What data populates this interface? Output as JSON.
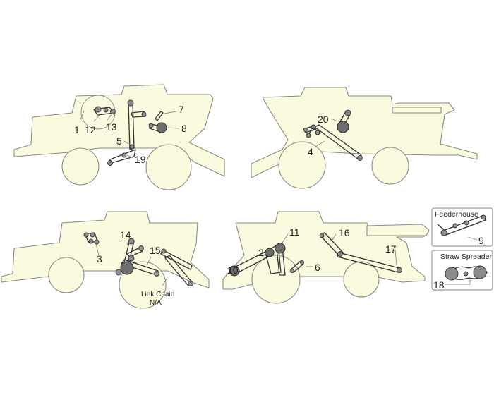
{
  "callouts": {
    "c1": "1",
    "c2": "2",
    "c3": "3",
    "c4": "4",
    "c5": "5",
    "c6": "6",
    "c7": "7",
    "c8": "8",
    "c9": "9",
    "c10": "10",
    "c11": "11",
    "c12": "12",
    "c13": "13",
    "c14": "14",
    "c15": "15",
    "c16": "16",
    "c17": "17",
    "c18": "18",
    "c19": "19",
    "c20": "20"
  },
  "notes": {
    "link_chain_line1": "Link Chain",
    "link_chain_line2": "N/A"
  },
  "insets": {
    "feederhouse": "Feederhouse",
    "straw_spreader": "Straw Spreader"
  },
  "colors": {
    "body_fill": "#fafade",
    "outline": "#8a8a84",
    "pulley": "#8c8c8c",
    "belt": "#333333"
  }
}
